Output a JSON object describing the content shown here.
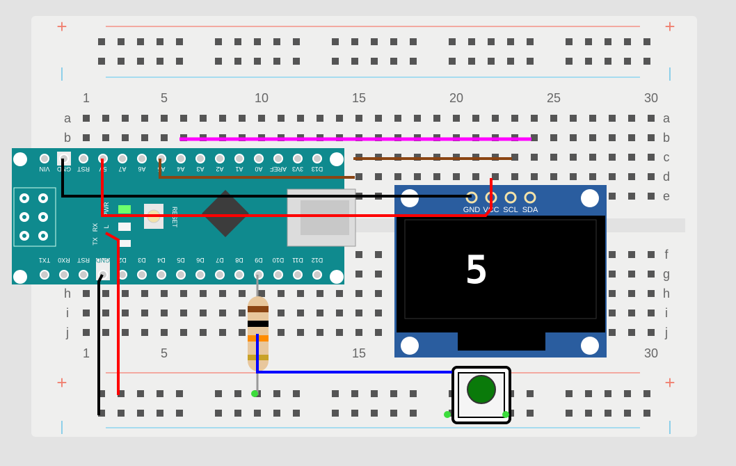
{
  "breadboard": {
    "column_numbers": [
      "1",
      "5",
      "10",
      "15",
      "20",
      "25",
      "30"
    ],
    "row_letters_top": [
      "a",
      "b",
      "c",
      "d",
      "e"
    ],
    "row_letters_bottom": [
      "f",
      "g",
      "h",
      "i",
      "j"
    ],
    "rail_plus": "+",
    "rail_minus": "|"
  },
  "arduino": {
    "top_pins": [
      "D13",
      "3V3",
      "AREF",
      "A0",
      "A1",
      "A2",
      "A3",
      "A4",
      "A5",
      "A6",
      "A7",
      "5V",
      "RST",
      "GND",
      "VIN"
    ],
    "bottom_pins": [
      "D12",
      "D11",
      "D10",
      "D9",
      "D8",
      "D7",
      "D6",
      "D5",
      "D4",
      "D3",
      "D2",
      "GND",
      "RST",
      "RX0",
      "TX1"
    ],
    "led_labels": [
      "PWR",
      "L",
      "TX",
      "RX"
    ],
    "reset_label": "RESET"
  },
  "oled": {
    "pin_labels": [
      "GND",
      "VCC",
      "SCL",
      "SDA"
    ],
    "display_text": "5"
  },
  "colors": {
    "board": "#0f8a8e",
    "oled_board": "#2a5d9f",
    "wire_red": "#ff0000",
    "wire_black": "#000000",
    "wire_blue": "#0000ff",
    "wire_magenta": "#ff00ff",
    "wire_brown": "#8b4513",
    "button_cap": "#0a7a0a"
  }
}
